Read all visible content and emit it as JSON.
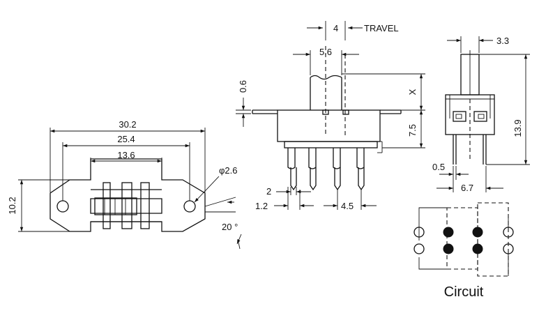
{
  "front_view": {
    "dims": {
      "overall_length": "30.2",
      "hole_spacing": "25.4",
      "body_length": "13.6",
      "hole_diameter": "φ2.6",
      "height": "10.2",
      "angle": "20 °"
    }
  },
  "side_view": {
    "dims": {
      "travel": "4",
      "travel_label": "TRAVEL",
      "actuator_width": "5.6",
      "plate_thickness": "0.6",
      "actuator_height": "X",
      "body_height": "7.5",
      "pin_width": "2",
      "pin_offset": "1.2",
      "pin_pitch": "4.5"
    }
  },
  "end_view": {
    "dims": {
      "actuator_thickness": "3.3",
      "overall_height": "13.9",
      "pin_thickness": "0.5",
      "pin_span": "6.7"
    }
  },
  "circuit": {
    "label": "Circuit"
  }
}
